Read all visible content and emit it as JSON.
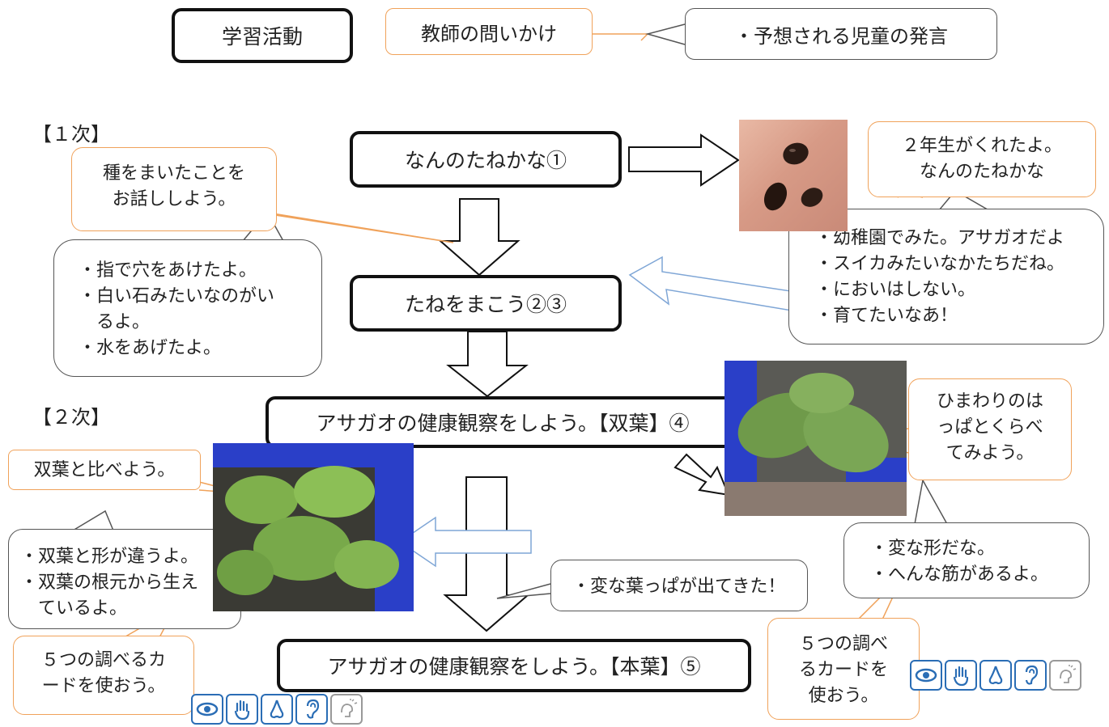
{
  "legend": {
    "activity": "学習活動",
    "teacher_question": "教師の問いかけ",
    "student_remark": "・予想される児童の発言"
  },
  "phase1": {
    "label": "【１次】"
  },
  "phase2": {
    "label": "【２次】"
  },
  "activities": {
    "a1": "なんのたねかな①",
    "a2": "たねをまこう②③",
    "a3": "アサガオの健康観察をしよう。【双葉】④",
    "a4": "アサガオの健康観察をしよう。【本葉】⑤"
  },
  "teacher": {
    "t1": "種をまいたことを\nお話ししよう。",
    "t2": "２年生がくれたよ。\nなんのたねかな",
    "t3": "ひまわりのは\nっぱとくらべ\nてみよう。",
    "t4": "双葉と比べよう。",
    "t5": "５つの調べるカ\nードを使おう。",
    "t6": "５つの調べ\nるカードを\n使おう。"
  },
  "students": {
    "s1": "・指で穴をあけたよ。\n・白い石みたいなのがい\n　るよ。\n・水をあげたよ。",
    "s2": "・幼稚園でみた。アサガオだよ\n・スイカみたいなかたちだね。\n・においはしない。\n・育てたいなあ！",
    "s3": "・変な形だな。\n・へんな筋があるよ。",
    "s4": "・双葉と形が違うよ。\n・双葉の根元から生え\n　ているよ。",
    "s5": "・変な葉っぱが出てきた！"
  },
  "cards": [
    "eye-icon",
    "hand-icon",
    "nose-icon",
    "ear-icon",
    "tongue-icon"
  ],
  "colors": {
    "teacher_border": "#f0a25a",
    "card_blue": "#2a6db5",
    "arrow_blue": "#7fa6d6"
  }
}
